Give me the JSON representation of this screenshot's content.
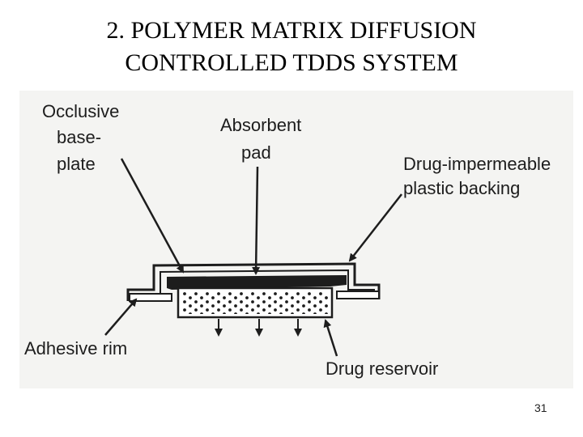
{
  "title": {
    "line1": "2. POLYMER MATRIX DIFFUSION",
    "line2": "CONTROLLED TDDS SYSTEM"
  },
  "diagram": {
    "labels": {
      "occlusive_1": "Occlusive",
      "occlusive_2": "base-",
      "occlusive_3": "plate",
      "absorbent_1": "Absorbent",
      "absorbent_2": "pad",
      "backing_1": "Drug-impermeable",
      "backing_2": "plastic backing",
      "adhesive": "Adhesive rim",
      "reservoir": "Drug reservoir"
    }
  },
  "page_number": "31"
}
